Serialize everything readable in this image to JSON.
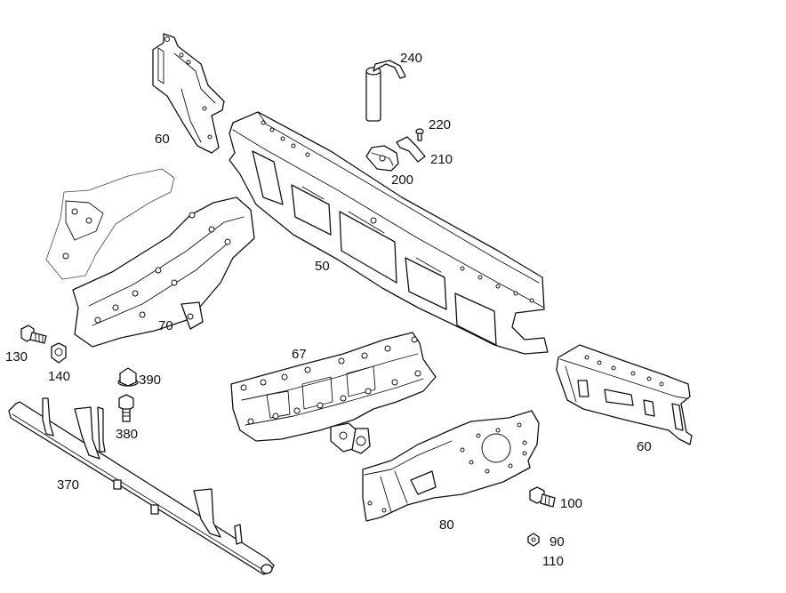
{
  "callouts": {
    "p60_top": "60",
    "p240": "240",
    "p220": "220",
    "p210": "210",
    "p200": "200",
    "p50": "50",
    "p70": "70",
    "p130": "130",
    "p140": "140",
    "p390": "390",
    "p380": "380",
    "p370": "370",
    "p67": "67",
    "p60_right": "60",
    "p80": "80",
    "p100": "100",
    "p90": "90",
    "p110": "110"
  }
}
